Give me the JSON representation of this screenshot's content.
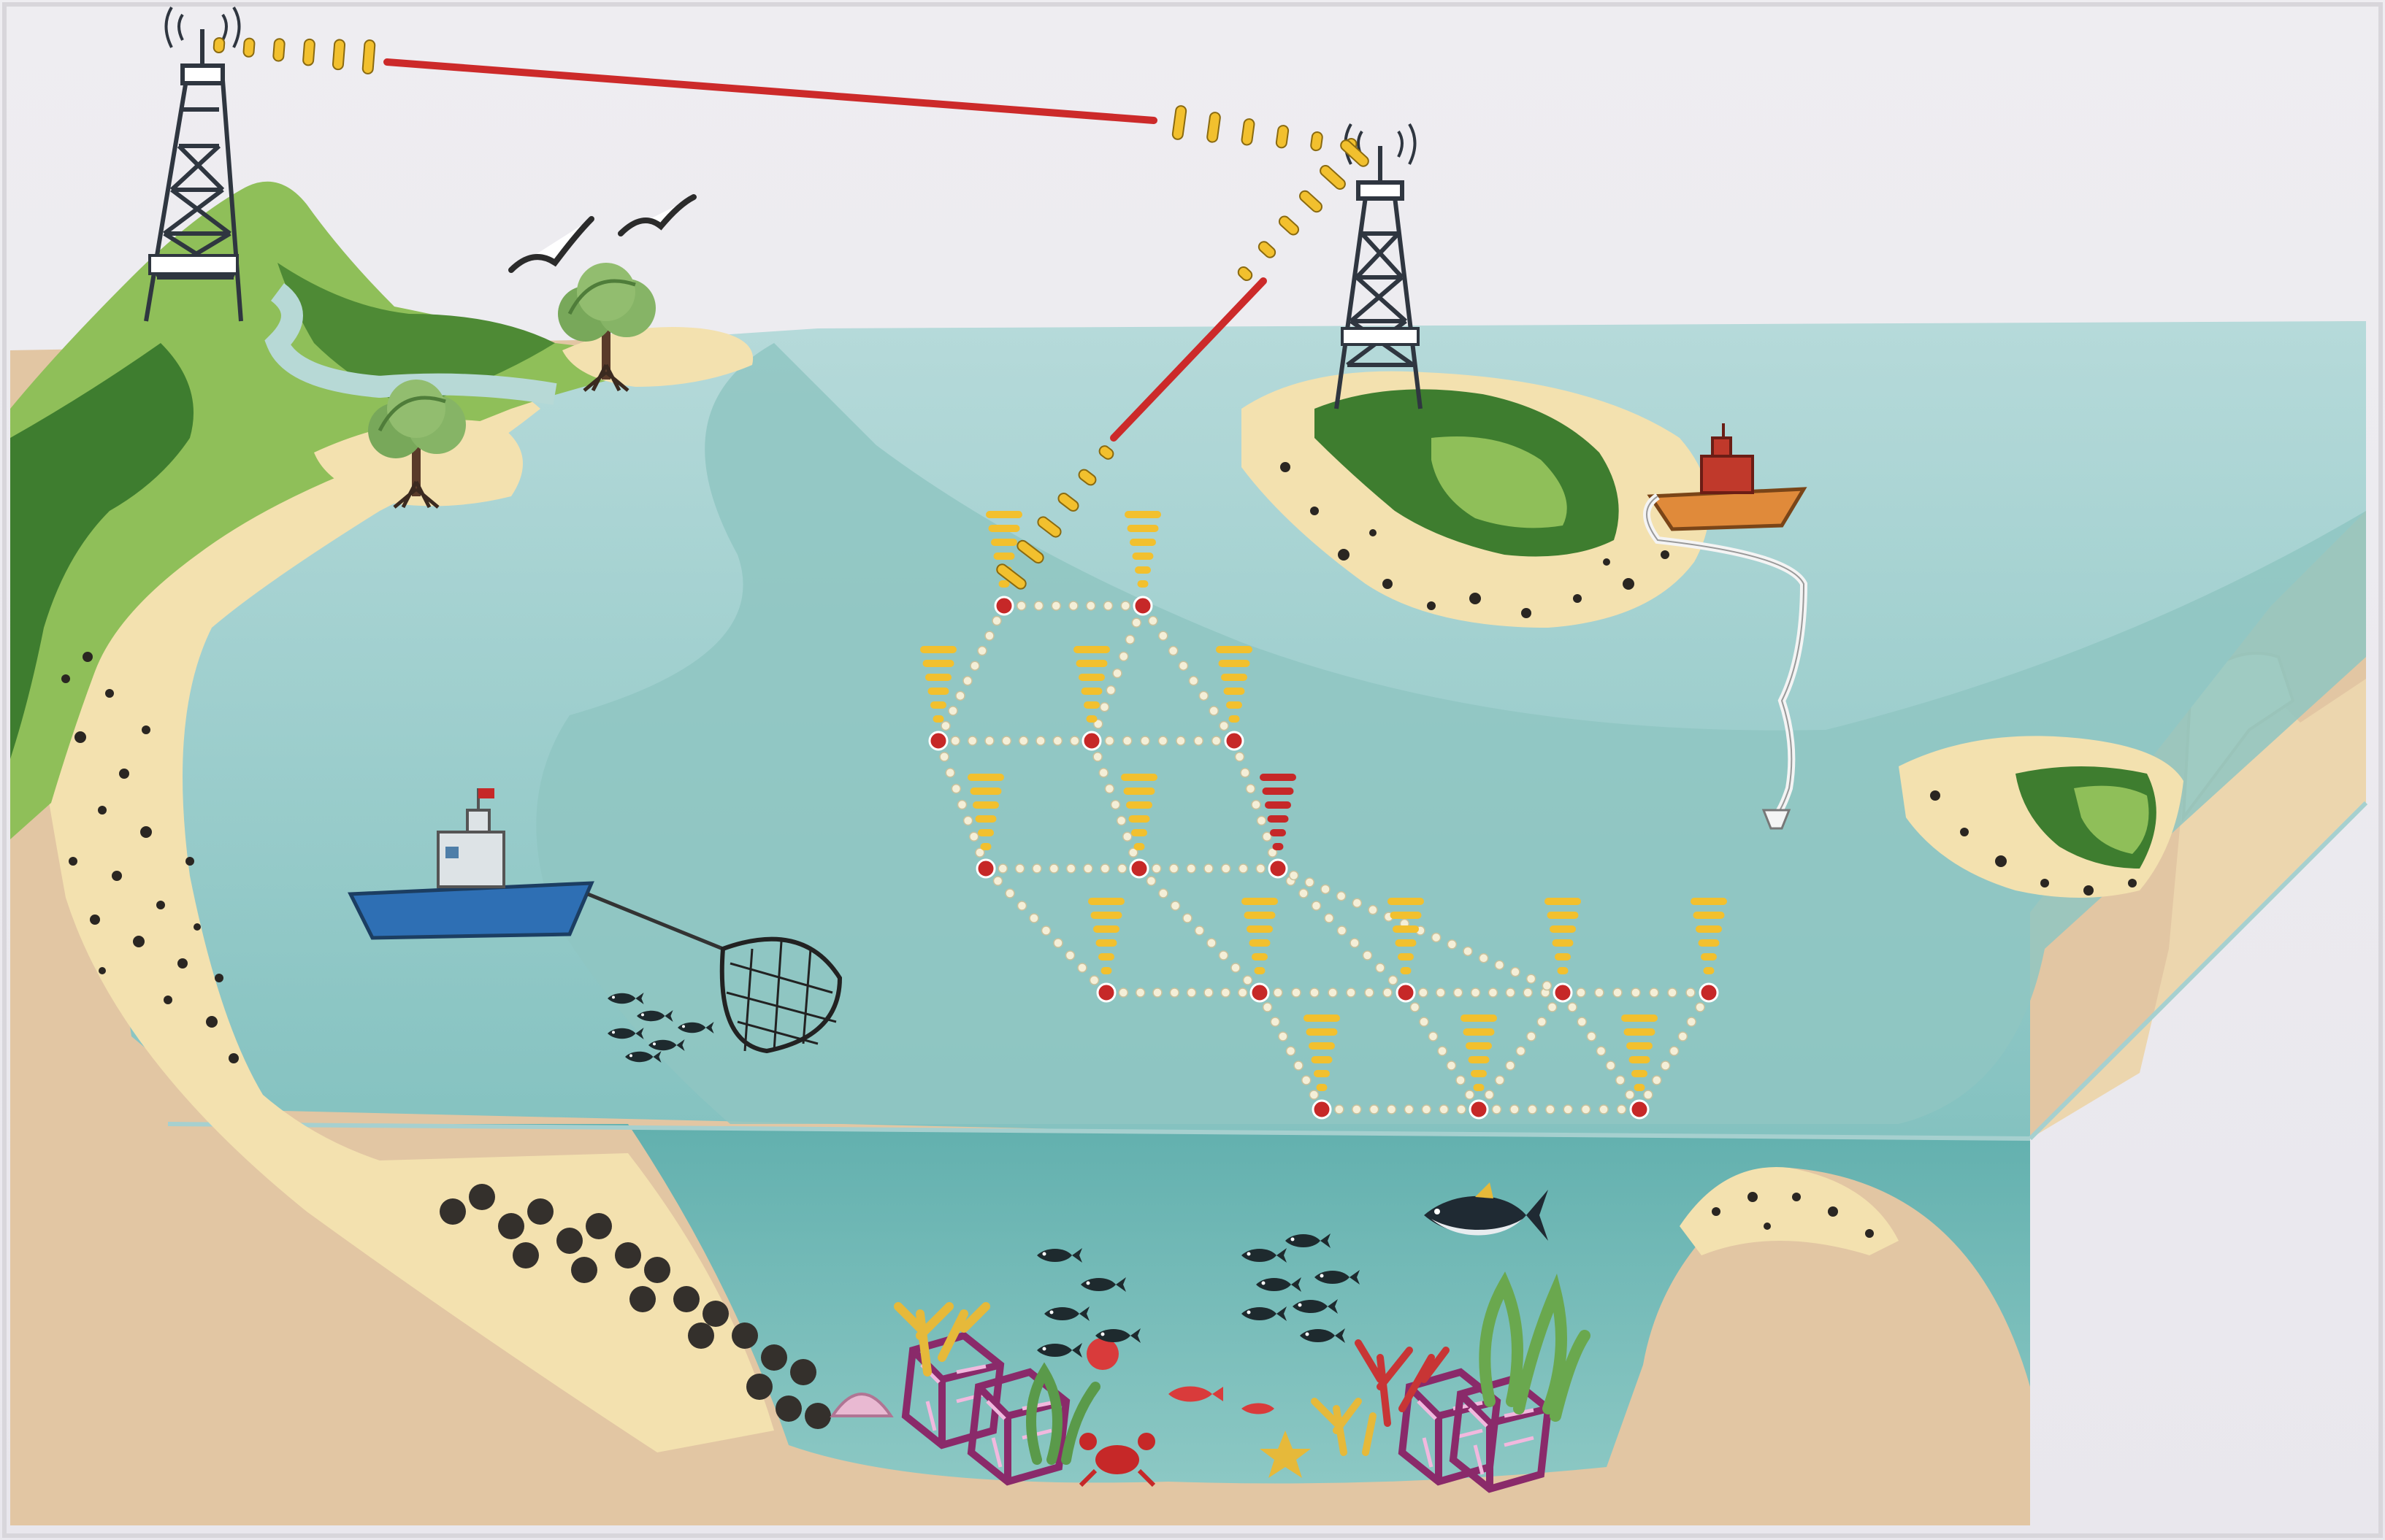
{
  "diagram": {
    "components": [
      {
        "name": "shore-radio-tower",
        "kind": "tower"
      },
      {
        "name": "island-radio-tower",
        "kind": "tower"
      },
      {
        "name": "wireless-backhaul-link",
        "kind": "link"
      },
      {
        "name": "fishing-boat-with-trawl-net",
        "kind": "vessel"
      },
      {
        "name": "survey-boat-with-tethered-sensor",
        "kind": "vessel"
      },
      {
        "name": "underwater-sensor-grid",
        "kind": "network"
      },
      {
        "name": "artificial-reef-and-coral",
        "kind": "habitat"
      },
      {
        "name": "fish-school",
        "kind": "fauna"
      },
      {
        "name": "tuna",
        "kind": "fauna"
      },
      {
        "name": "seabirds",
        "kind": "fauna"
      },
      {
        "name": "mangrove-trees",
        "kind": "flora"
      },
      {
        "name": "breakwater-boulders",
        "kind": "structure"
      }
    ],
    "grid": {
      "rows": 4,
      "columns": 5,
      "active_node_color": "#c62828",
      "inactive_node_color": "#f4efd8",
      "alert_node": "row-2-col-3"
    },
    "colors": {
      "sky": "#efeef2",
      "sea_surface": "#a9d3d3",
      "sea_deep": "#6fb6b4",
      "sand": "#f3e2b0",
      "seabed": "#e3c9a6",
      "hill_green": "#8fbf59",
      "hill_dark": "#3e7d2f",
      "link_red": "#cc2a2a",
      "signal_yellow": "#f2c02e"
    }
  }
}
